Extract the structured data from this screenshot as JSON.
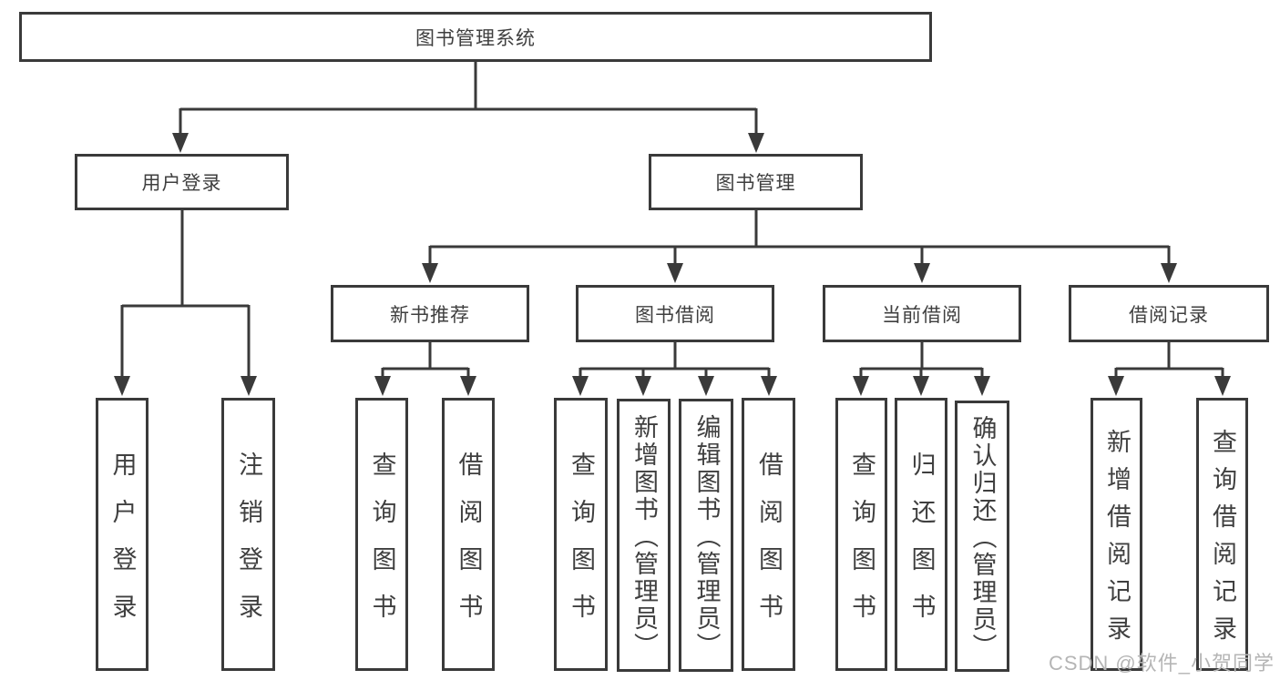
{
  "colors": {
    "line": "#3a3a3a",
    "text": "#3f3f3f",
    "watermark": "#b5b5b5",
    "background": "#ffffff"
  },
  "diagram": {
    "root": {
      "label": "图书管理系统"
    },
    "branches": [
      {
        "label": "用户登录",
        "children": [
          {
            "label": "用户登录"
          },
          {
            "label": "注销登录"
          }
        ]
      },
      {
        "label": "图书管理",
        "children": [
          {
            "label": "新书推荐",
            "children": [
              {
                "label": "查询图书"
              },
              {
                "label": "借阅图书"
              }
            ]
          },
          {
            "label": "图书借阅",
            "children": [
              {
                "label": "查询图书"
              },
              {
                "label": "新增图书（管理员）"
              },
              {
                "label": "编辑图书（管理员）"
              },
              {
                "label": "借阅图书"
              }
            ]
          },
          {
            "label": "当前借阅",
            "children": [
              {
                "label": "查询图书"
              },
              {
                "label": "归还图书"
              },
              {
                "label": "确认归还（管理员）"
              }
            ]
          },
          {
            "label": "借阅记录",
            "children": [
              {
                "label": "新增借阅记录"
              },
              {
                "label": "查询借阅记录"
              }
            ]
          }
        ]
      }
    ]
  },
  "watermark": "CSDN @软件_小贺同学"
}
